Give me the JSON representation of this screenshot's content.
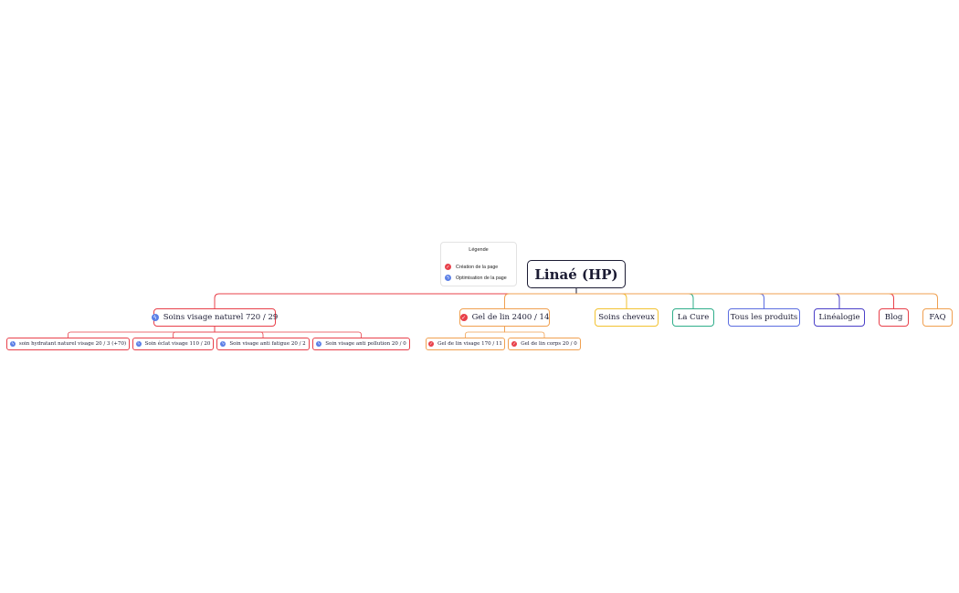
{
  "legend": {
    "title": "Légende",
    "items": [
      {
        "icon": "check-icon",
        "glyph": "✓",
        "color": "#e8404a",
        "label": "Création de la page"
      },
      {
        "icon": "lightning-icon",
        "glyph": "ϟ",
        "color": "#5b7fe6",
        "label": "Optimisation de la page"
      }
    ]
  },
  "root": {
    "label": "Linaé (HP)",
    "color": "#1b1b33"
  },
  "branches": [
    {
      "label": "Soins visage naturel 720 / 29",
      "color": "#e8404a",
      "icon": "lightning-icon",
      "children": [
        {
          "label": "soin hydratant naturel visage 20 / 3 (+70)",
          "color": "#e8404a",
          "icon": "lightning-icon"
        },
        {
          "label": "Soin éclat visage 110 / 20",
          "color": "#e8404a",
          "icon": "lightning-icon"
        },
        {
          "label": "Soin visage anti fatigue 20 / 2",
          "color": "#e8404a",
          "icon": "lightning-icon"
        },
        {
          "label": "Soin visage anti pollution 20 / 0",
          "color": "#e8404a",
          "icon": "lightning-icon"
        }
      ]
    },
    {
      "label": "Gel de lin 2400 / 14",
      "color": "#f0a050",
      "icon": "check-icon",
      "children": [
        {
          "label": "Gel de lin visage 170 / 11",
          "color": "#f0a050",
          "icon": "check-icon"
        },
        {
          "label": "Gel de lin corps 20 / 0",
          "color": "#f0a050",
          "icon": "check-icon"
        }
      ]
    },
    {
      "label": "Soins cheveux",
      "color": "#f2c230",
      "icon": "",
      "children": []
    },
    {
      "label": "La Cure",
      "color": "#2fae8a",
      "icon": "",
      "children": []
    },
    {
      "label": "Tous les produits",
      "color": "#5b6de0",
      "icon": "",
      "children": []
    },
    {
      "label": "Linéalogie",
      "color": "#4a3fc8",
      "icon": "",
      "children": []
    },
    {
      "label": "Blog",
      "color": "#e8404a",
      "icon": "",
      "children": []
    },
    {
      "label": "FAQ",
      "color": "#f0a050",
      "icon": "",
      "children": []
    }
  ]
}
